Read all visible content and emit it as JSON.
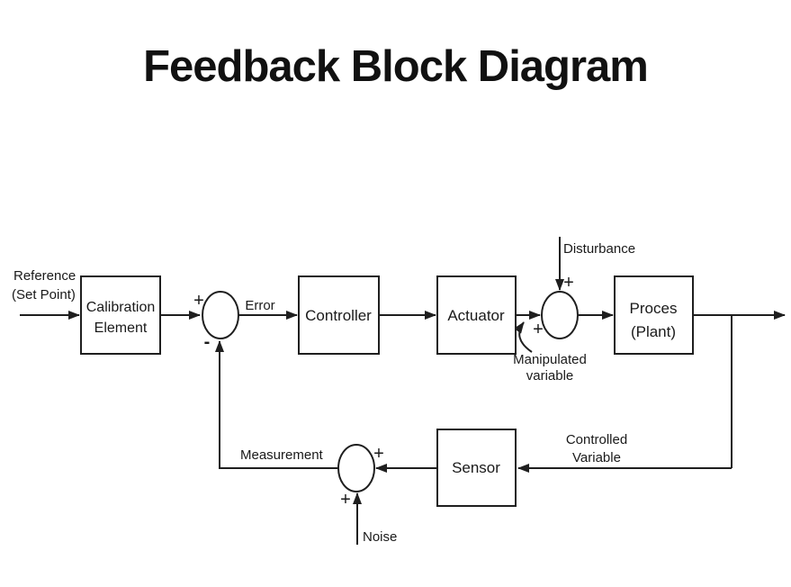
{
  "title": "Feedback Block Diagram",
  "diagram": {
    "blocks": {
      "calibration": {
        "line1": "Calibration",
        "line2": "Element"
      },
      "controller": {
        "label": "Controller"
      },
      "actuator": {
        "label": "Actuator"
      },
      "process": {
        "line1": "Proces",
        "line2": "(Plant)"
      },
      "sensor": {
        "label": "Sensor"
      }
    },
    "labels": {
      "reference_line1": "Reference",
      "reference_line2": "(Set Point)",
      "error": "Error",
      "disturbance": "Disturbance",
      "manipulated_line1": "Manipulated",
      "manipulated_line2": "variable",
      "controlled_line1": "Controlled",
      "controlled_line2": "Variable",
      "measurement": "Measurement",
      "noise": "Noise"
    },
    "signs": {
      "sum1_plus": "+",
      "sum1_minus": "-",
      "sum2_top_plus": "+",
      "sum2_left_plus": "+",
      "sum3_right_plus": "+",
      "sum3_bottom_plus": "+"
    },
    "colors": {
      "stroke": "#1f1f1f",
      "text": "#1a1a1a",
      "background": "#ffffff"
    }
  }
}
